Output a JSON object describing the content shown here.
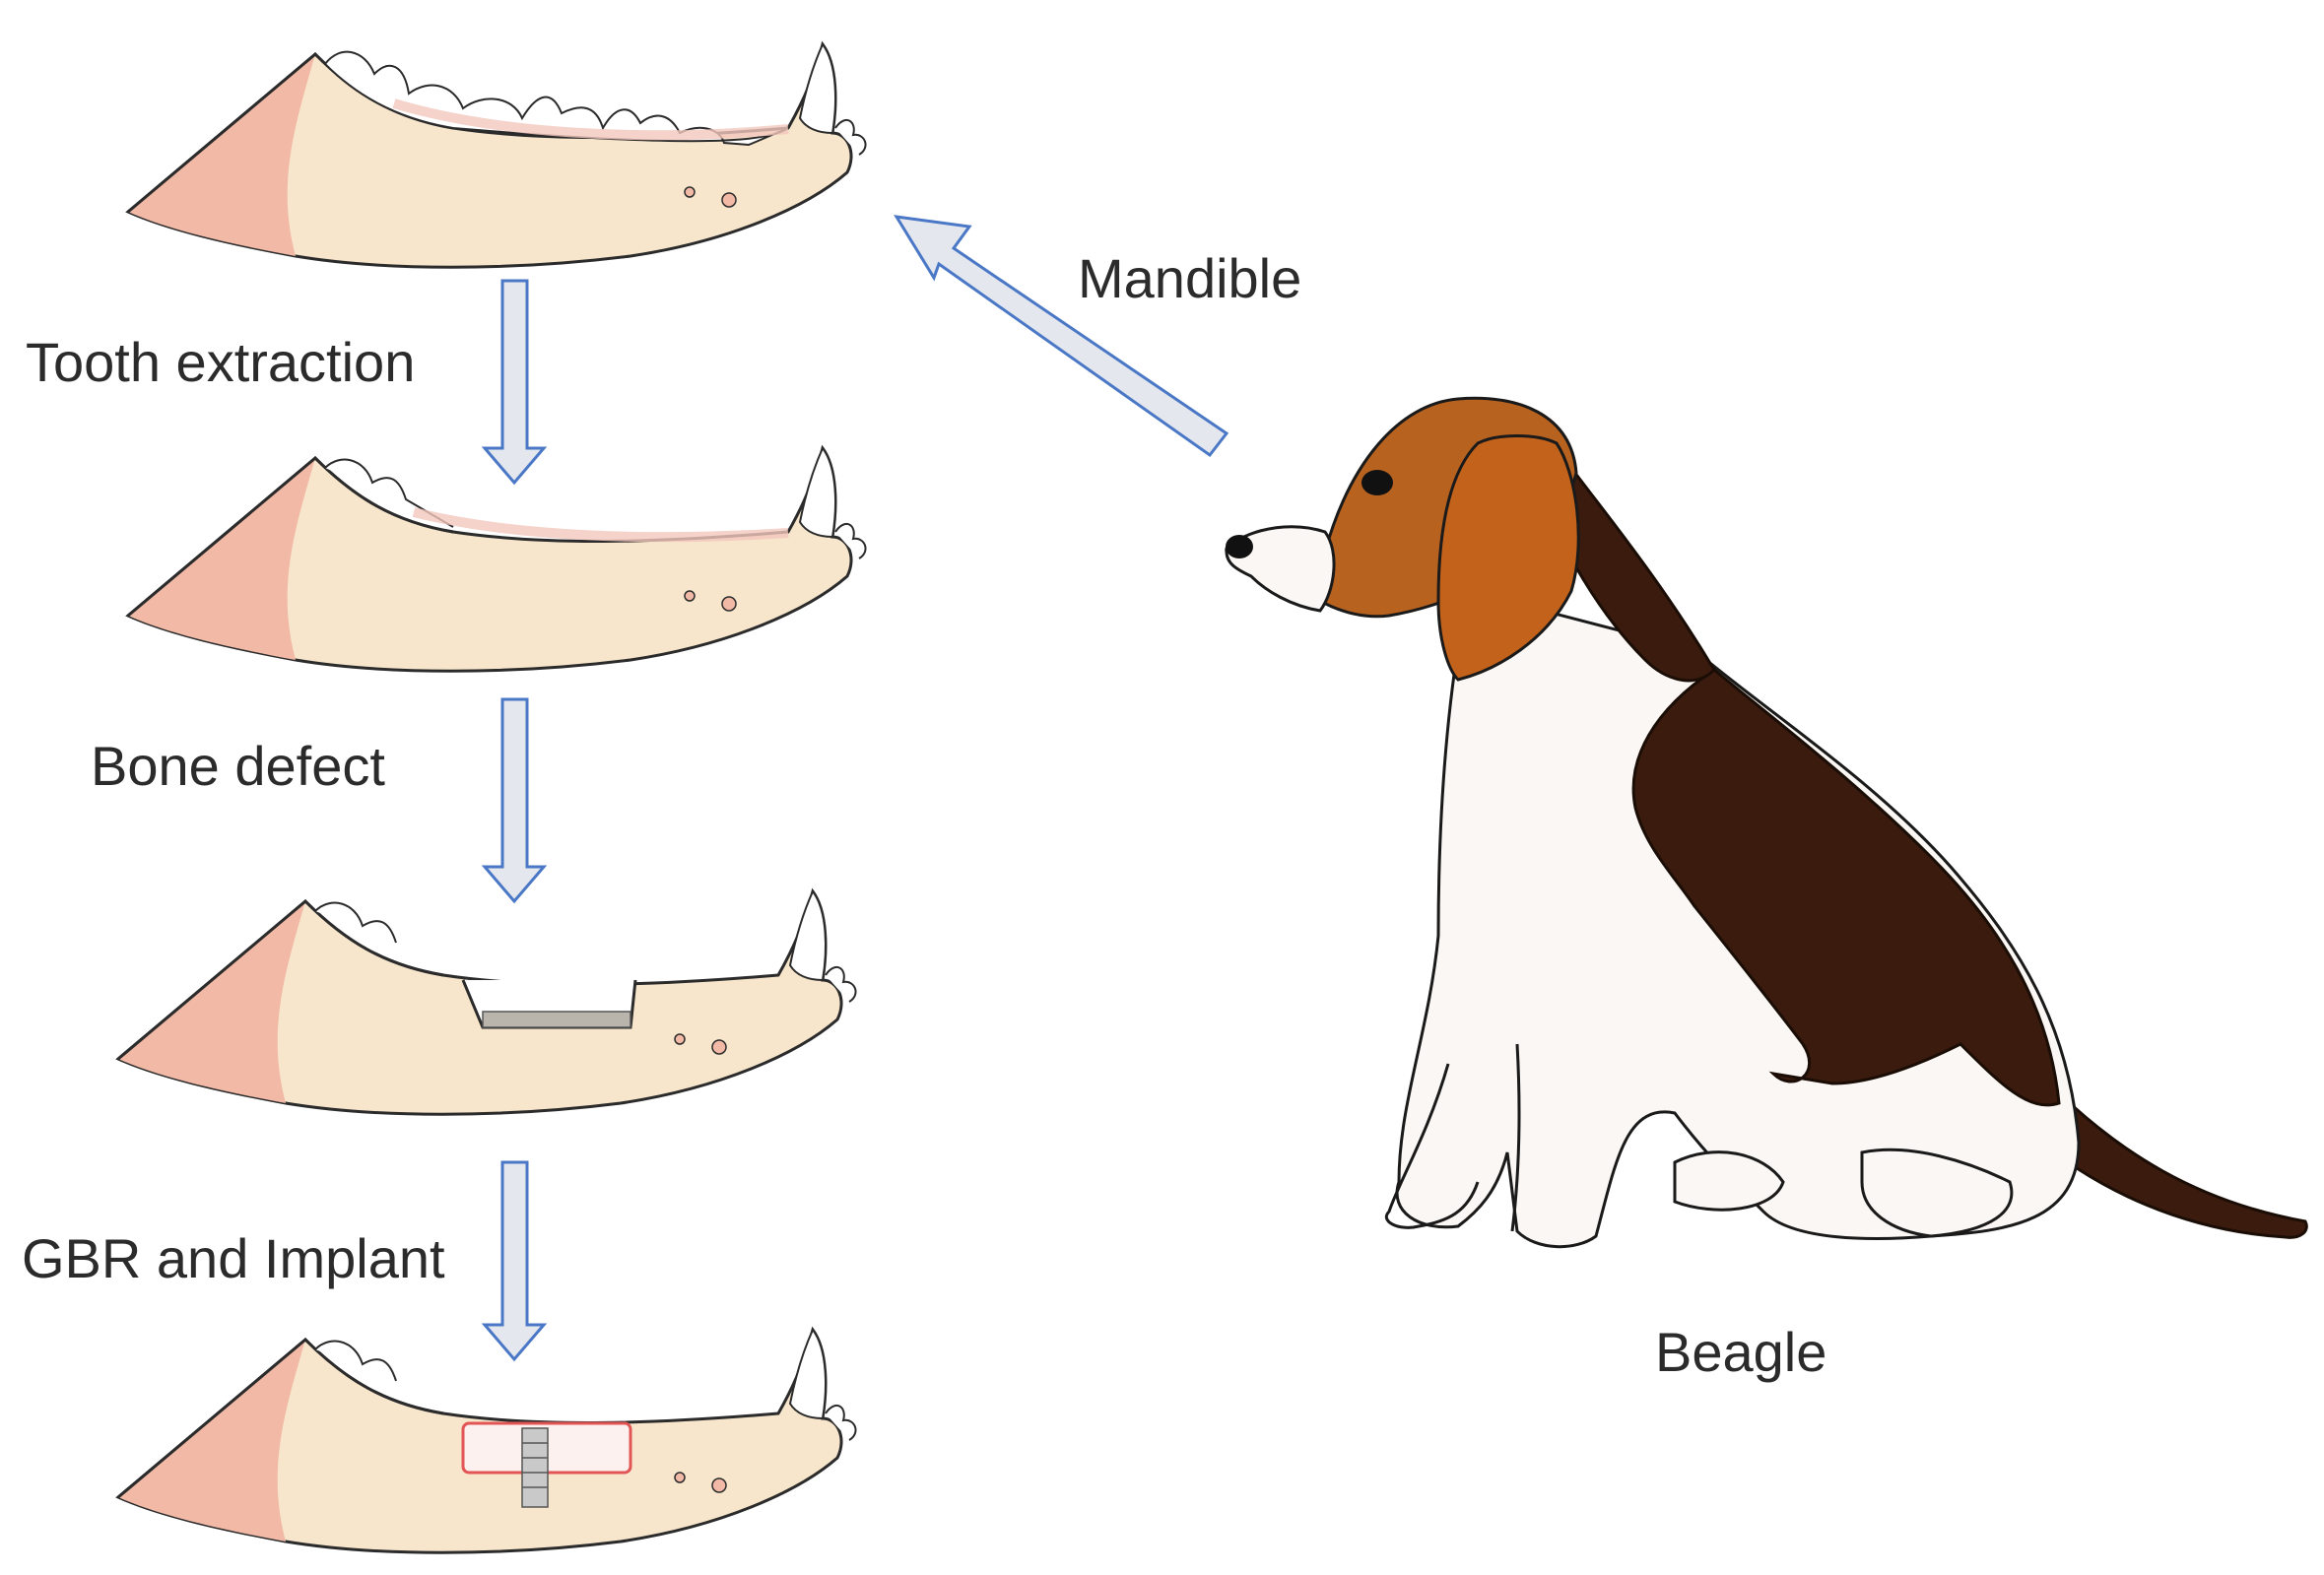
{
  "labels": {
    "step1": "Tooth extraction",
    "step2": "Bone defect",
    "step3": "GBR and Implant",
    "mandible": "Mandible",
    "beagle": "Beagle"
  },
  "colors": {
    "bone": "#f7e6cc",
    "bone_shadow": "#f1b9a6",
    "gum": "#f3c7bd",
    "tooth": "#ffffff",
    "arrow_fill": "#e4e7ee",
    "arrow_stroke": "#4a78c6",
    "fur_tan": "#b8621f",
    "fur_dark": "#3a1b0e",
    "fur_white": "#fbf7f4",
    "graft_red": "#e25555"
  }
}
